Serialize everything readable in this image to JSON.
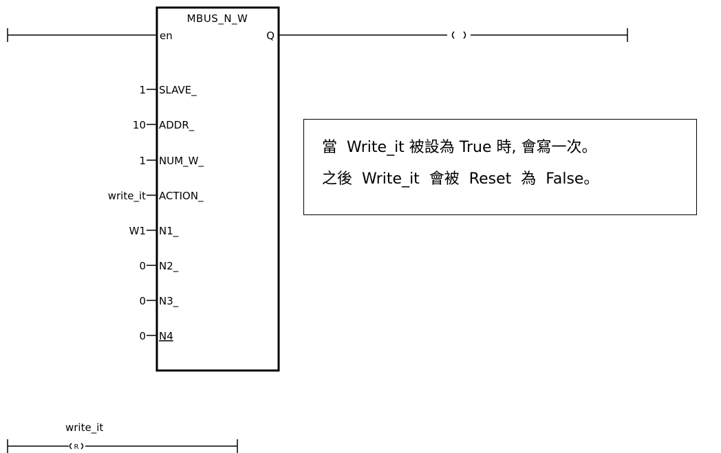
{
  "function_block": {
    "name": "MBUS_N_W",
    "inputs": [
      {
        "pin": "en",
        "value": ""
      },
      {
        "pin": "SLAVE_",
        "value": "1"
      },
      {
        "pin": "ADDR_",
        "value": "10"
      },
      {
        "pin": "NUM_W_",
        "value": "1"
      },
      {
        "pin": "ACTION_",
        "value": "write_it"
      },
      {
        "pin": "N1_",
        "value": "W1"
      },
      {
        "pin": "N2_",
        "value": "0"
      },
      {
        "pin": "N3_",
        "value": "0"
      },
      {
        "pin": "N4",
        "value": "0"
      }
    ],
    "output": "Q"
  },
  "rung1": {
    "coil_symbol": "( )"
  },
  "rung2": {
    "coil_label": "write_it",
    "coil_symbol": "(R)"
  },
  "note": {
    "line1": "當  Write_it 被設為 True 時, 會寫一次。",
    "line2": "之後  Write_it  會被  Reset  為  False。"
  }
}
